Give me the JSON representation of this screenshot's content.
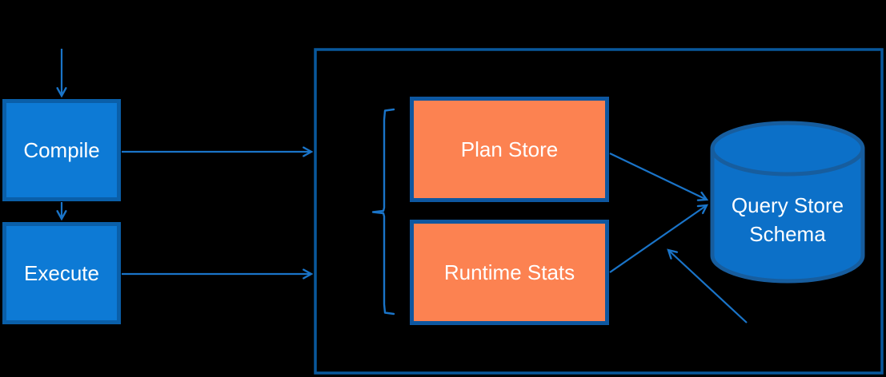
{
  "nodes": {
    "compile": {
      "label": "Compile"
    },
    "execute": {
      "label": "Execute"
    },
    "plan_store": {
      "label": "Plan Store"
    },
    "runtime_stats": {
      "label": "Runtime Stats"
    },
    "query_store_schema": {
      "label_line1": "Query Store",
      "label_line2": "Schema"
    }
  },
  "connections": [
    {
      "from": "top",
      "to": "compile"
    },
    {
      "from": "compile",
      "to": "execute"
    },
    {
      "from": "compile",
      "to": "query-store-boundary"
    },
    {
      "from": "execute",
      "to": "query-store-boundary"
    },
    {
      "from": "plan_store",
      "to": "query_store_schema"
    },
    {
      "from": "runtime_stats",
      "to": "query_store_schema"
    },
    {
      "from": "bottom-right",
      "to": "query_store_schema"
    }
  ],
  "colors": {
    "background": "#000000",
    "box_blue_fill": "#0d7ad5",
    "box_blue_border": "#0a5fa9",
    "box_orange_fill": "#fc8251",
    "box_orange_border": "#0e57a0",
    "boundary_border": "#09589c",
    "arrow": "#1a74c8",
    "cylinder_fill": "#0c70c8",
    "cylinder_border": "#175d9e",
    "text": "#ffffff"
  }
}
